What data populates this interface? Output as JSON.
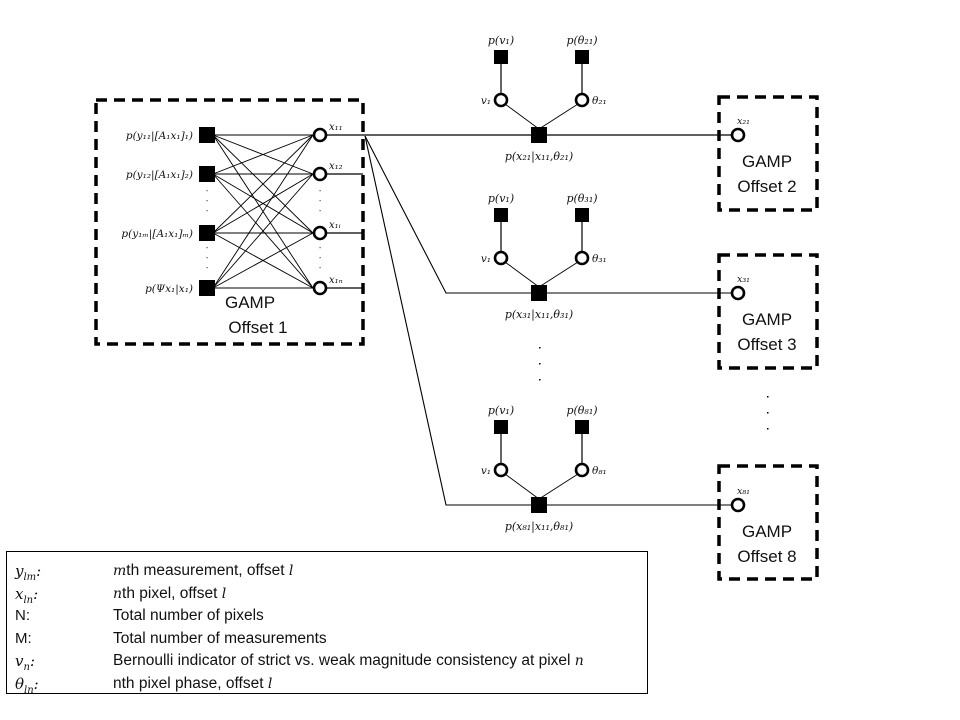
{
  "colors": {
    "stroke": "#000000",
    "background": "#ffffff",
    "text": "#111111"
  },
  "gamp_blocks": [
    {
      "id": "offset-1",
      "title": "GAMP",
      "subtitle": "Offset 1",
      "factors": [
        "p(y₁₁|[A₁x₁]₁)",
        "p(y₁₂|[A₁x₁]₂)",
        "p(y₁ₘ|[A₁x₁]ₘ)",
        "p(Ψx₁|x₁)"
      ],
      "variables": [
        "x₁₁",
        "x₁₂",
        "x₁ᵢ",
        "x₁ₙ"
      ]
    },
    {
      "id": "offset-2",
      "title": "GAMP",
      "subtitle": "Offset 2",
      "variable": "x₂₁"
    },
    {
      "id": "offset-3",
      "title": "GAMP",
      "subtitle": "Offset 3",
      "variable": "x₃₁"
    },
    {
      "id": "offset-8",
      "title": "GAMP",
      "subtitle": "Offset 8",
      "variable": "x₈₁"
    }
  ],
  "coupling_modules": [
    {
      "target": "offset-2",
      "prior_v": "p(v₁)",
      "prior_theta": "p(θ₂₁)",
      "var_v": "v₁",
      "var_theta": "θ₂₁",
      "factor": "p(x₂₁|x₁₁,θ₂₁)"
    },
    {
      "target": "offset-3",
      "prior_v": "p(v₁)",
      "prior_theta": "p(θ₃₁)",
      "var_v": "v₁",
      "var_theta": "θ₃₁",
      "factor": "p(x₃₁|x₁₁,θ₃₁)"
    },
    {
      "target": "offset-8",
      "prior_v": "p(v₁)",
      "prior_theta": "p(θ₈₁)",
      "var_v": "v₁",
      "var_theta": "θ₈₁",
      "factor": "p(x₈₁|x₁₁,θ₈₁)"
    }
  ],
  "legend": [
    {
      "symbol": "y",
      "sub": "lm",
      "math": true,
      "desc_prefix_italic": "m",
      "desc": "th measurement, offset ",
      "desc_suffix_italic": "l"
    },
    {
      "symbol": "x",
      "sub": "ln",
      "math": true,
      "desc_prefix_italic": "n",
      "desc": "th pixel, offset ",
      "desc_suffix_italic": "l"
    },
    {
      "symbol": "N:",
      "sub": "",
      "math": false,
      "desc_prefix_italic": "",
      "desc": "Total number of pixels",
      "desc_suffix_italic": ""
    },
    {
      "symbol": "M:",
      "sub": "",
      "math": false,
      "desc_prefix_italic": "",
      "desc": "Total number of measurements",
      "desc_suffix_italic": ""
    },
    {
      "symbol": "v",
      "sub": "n",
      "math": true,
      "desc_prefix_italic": "",
      "desc": "Bernoulli indicator of strict vs. weak magnitude consistency at pixel ",
      "desc_suffix_italic": "n"
    },
    {
      "symbol": "θ",
      "sub": "ln",
      "math": true,
      "desc_prefix_italic": "",
      "desc": "nth pixel phase, offset ",
      "desc_suffix_italic": "l"
    }
  ]
}
